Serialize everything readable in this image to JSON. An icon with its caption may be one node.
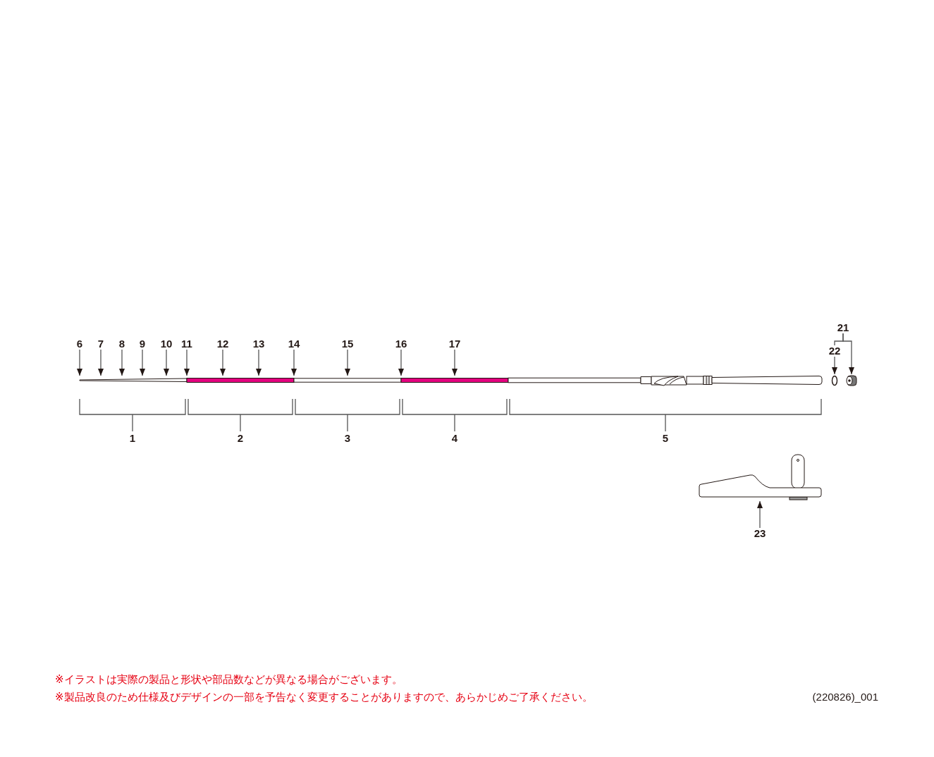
{
  "diagram": {
    "nodes": [
      {
        "text": [
          "21"
        ]
      },
      {
        "text": [
          "6"
        ]
      },
      {
        "text": [
          "7"
        ]
      },
      {
        "text": [
          "8"
        ]
      },
      {
        "text": [
          "9"
        ]
      },
      {
        "text": [
          "10"
        ]
      },
      {
        "text": [
          "11"
        ]
      },
      {
        "text": [
          "12"
        ]
      },
      {
        "text": [
          "13"
        ]
      },
      {
        "text": [
          "14"
        ]
      },
      {
        "text": [
          "15"
        ]
      },
      {
        "text": [
          "16"
        ]
      },
      {
        "text": [
          "17"
        ]
      },
      {
        "text": [
          "22"
        ]
      },
      {
        "text": [],
        "shape": "picture"
      },
      {
        "text": [],
        "shape": "circle"
      },
      {
        "text": [],
        "shape": "picture"
      },
      {
        "text": [],
        "shape": "picture"
      },
      {
        "text": [
          "23"
        ]
      }
    ],
    "edges": [
      {
        "from": 0,
        "to": 13,
        "arrow": "none"
      },
      {
        "from": 0,
        "to": 16,
        "arrow": "to"
      },
      {
        "from": 1,
        "to": 14,
        "arrow": "to"
      },
      {
        "from": 2,
        "to": 14,
        "arrow": "to"
      },
      {
        "from": 3,
        "to": 14,
        "arrow": "to"
      },
      {
        "from": 4,
        "to": 14,
        "arrow": "to"
      },
      {
        "from": 5,
        "to": 14,
        "arrow": "to"
      },
      {
        "from": 6,
        "to": 14,
        "arrow": "to"
      },
      {
        "from": 7,
        "to": 14,
        "arrow": "to"
      },
      {
        "from": 8,
        "to": 14,
        "arrow": "to"
      },
      {
        "from": 9,
        "to": 14,
        "arrow": "to"
      },
      {
        "from": 10,
        "to": 14,
        "arrow": "to"
      },
      {
        "from": 11,
        "to": 14,
        "arrow": "to"
      },
      {
        "from": 12,
        "to": 14,
        "arrow": "to"
      },
      {
        "from": 13,
        "to": 15,
        "arrow": "to"
      },
      {
        "from": 18,
        "to": 17,
        "arrow": "to"
      }
    ],
    "labels": [
      "1",
      "2",
      "3",
      "4",
      "5",
      "※イラストは実際の製品と形状や部品数などが異なる場合がございます。",
      "※製品改良のため仕様及びデザインの一部を予告なく変更することがありますので、あらかじめご了承ください。",
      "(220826)_001"
    ]
  }
}
